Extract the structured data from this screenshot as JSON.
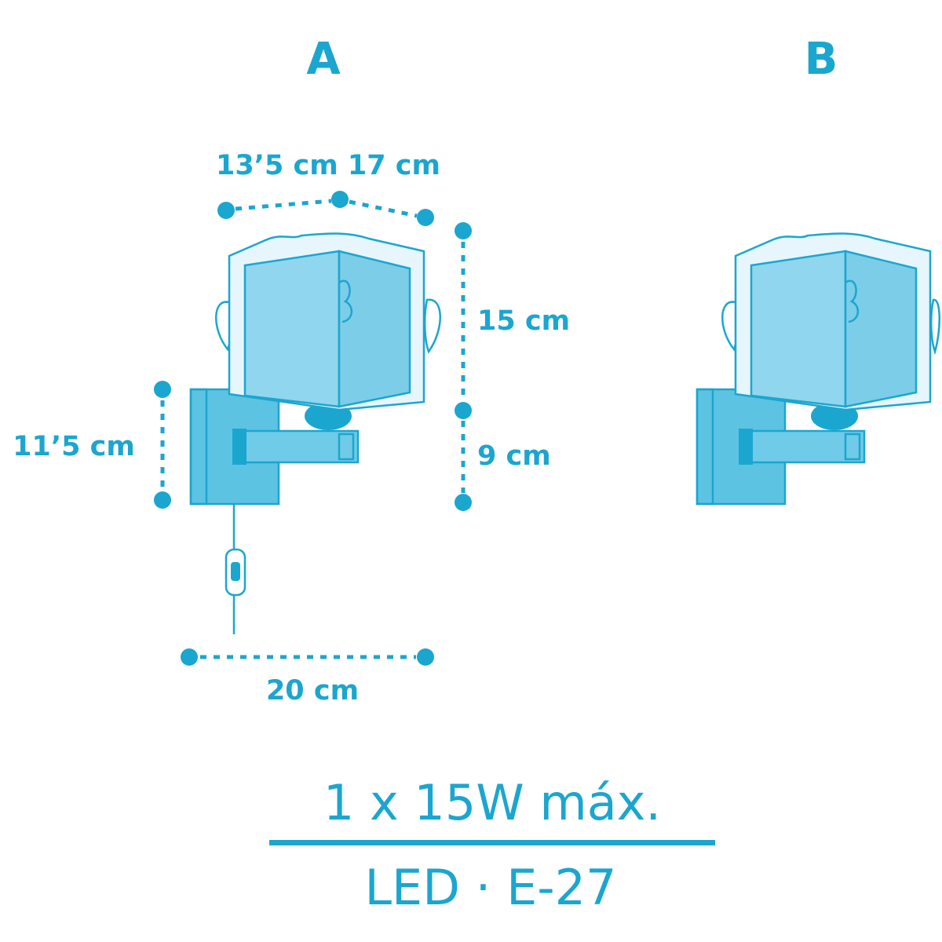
{
  "variants": {
    "a_label": "A",
    "b_label": "B"
  },
  "dimensions": {
    "width_top": "13’5 cm 17 cm",
    "shade_height": "15 cm",
    "arm_height": "9 cm",
    "base_height": "11’5 cm",
    "depth": "20 cm"
  },
  "specs": {
    "power": "1 x 15W máx.",
    "bulb": "LED · E-27"
  },
  "colors": {
    "accent": "#1ba6cf",
    "shade": "#8fd6ee",
    "background": "#ffffff"
  }
}
